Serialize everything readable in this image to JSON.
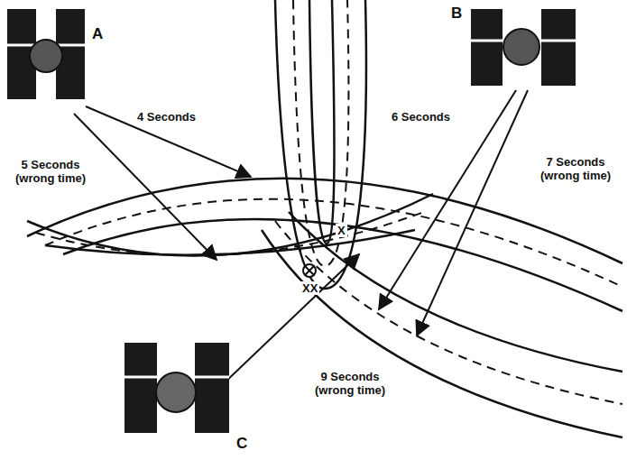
{
  "diagram": {
    "labels": [
      "A",
      "B",
      "4 Seconds",
      "6 Seconds",
      "5 Seconds (wrong time)",
      "7 Seconds (wrong time)",
      "X",
      "XX",
      "9 Seconds (wrong time)",
      "C"
    ]
  }
}
